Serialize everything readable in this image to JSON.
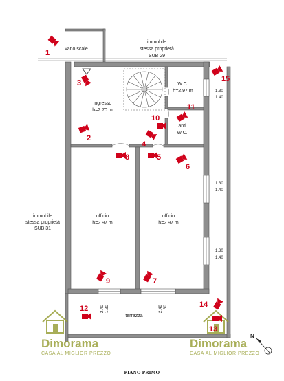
{
  "rooms": {
    "vano_scale": "vano scale",
    "immobile_north": [
      "immobile",
      "stessa proprietà",
      "SUB 29"
    ],
    "wc": [
      "W.C.",
      "h=2.97 m"
    ],
    "ingresso": [
      "ingresso",
      "h=2.70 m"
    ],
    "anti_wc": [
      "anti",
      "W.C."
    ],
    "immobile_west": [
      "immobile",
      "stessa proprietà",
      "SUB 31"
    ],
    "ufficio_left": [
      "ufficio",
      "h=2.97 m"
    ],
    "ufficio_right": [
      "ufficio",
      "h=2.97 m"
    ],
    "terrazza": "terrazza"
  },
  "window_dims": {
    "wc_window": [
      "1.30",
      "1.40"
    ],
    "east_window_1": [
      "1.30",
      "1.40"
    ],
    "east_window_2": [
      "1.30",
      "1.40"
    ],
    "south_left": [
      "2.40",
      "1.30"
    ],
    "south_right": [
      "2.40",
      "1.30"
    ]
  },
  "photo_points": [
    "1",
    "2",
    "3",
    "4",
    "5",
    "6",
    "7",
    "8",
    "9",
    "10",
    "11",
    "12",
    "13",
    "14",
    "15"
  ],
  "watermark": {
    "name": "Dimorama",
    "tagline": "CASA AL MIGLIOR PREZZO"
  },
  "compass": "N",
  "footer": "PIANO PRIMO",
  "colors": {
    "wall": "#8e8e8e",
    "wall_edge": "#555555",
    "marker": "#d0021b",
    "watermark": "#9aa13b"
  }
}
